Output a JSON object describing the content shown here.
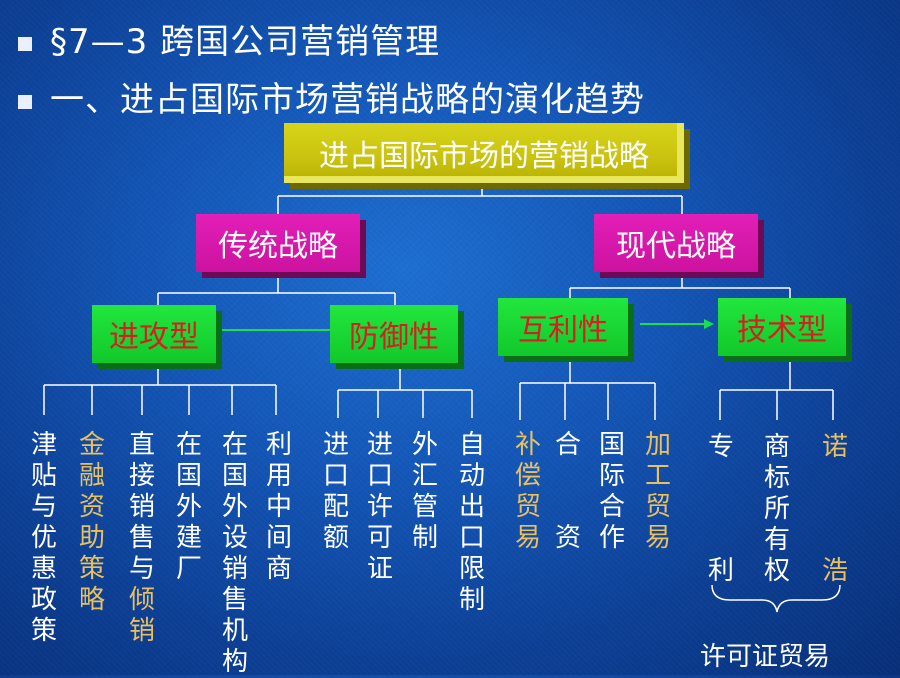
{
  "title_line1": "§7—3 跨国公司营销管理",
  "title_line2": "一、进占国际市场营销战略的演化趋势",
  "root": "进占国际市场的营销战略",
  "level1": [
    "传统战略",
    "现代战略"
  ],
  "level2": [
    "进攻型",
    "防御性",
    "互利性",
    "技术型"
  ],
  "leaves": [
    {
      "text": "津贴与优惠政策",
      "gold": false
    },
    {
      "text": "金融资助策略",
      "gold": true
    },
    {
      "text": "直接销售与倾销",
      "gold": false,
      "gold_tail": "倾销"
    },
    {
      "text": "在国外建厂",
      "gold": false
    },
    {
      "text": "在国外设销售机构",
      "gold": false
    },
    {
      "text": "利用中间商",
      "gold": false
    },
    {
      "text": "进口配额",
      "gold": false
    },
    {
      "text": "进口许可证",
      "gold": false
    },
    {
      "text": "外汇管制",
      "gold": false
    },
    {
      "text": "自动出口限制",
      "gold": false
    },
    {
      "text": "补偿贸易",
      "gold": true
    },
    {
      "text": "合",
      "gold": false
    },
    {
      "text": "资",
      "gold": false
    },
    {
      "text": "国际合作",
      "gold": false
    },
    {
      "text": "加工贸易",
      "gold": true
    },
    {
      "text": "专",
      "gold": false
    },
    {
      "text": "利",
      "gold": false
    },
    {
      "text": "商标所有权",
      "gold": false
    },
    {
      "text": "诺",
      "gold": true
    },
    {
      "text": "浩",
      "gold": true
    }
  ],
  "bottom_label": "许可证贸易",
  "colors": {
    "background": "#1457b8",
    "root_box": "#c9c20f",
    "level1_box": "#d619ad",
    "level2_box": "#1ad634",
    "level2_text": "#d62020",
    "gold_text": "#e8c060",
    "line": "#ffffff",
    "arrow": "#19e04a"
  }
}
